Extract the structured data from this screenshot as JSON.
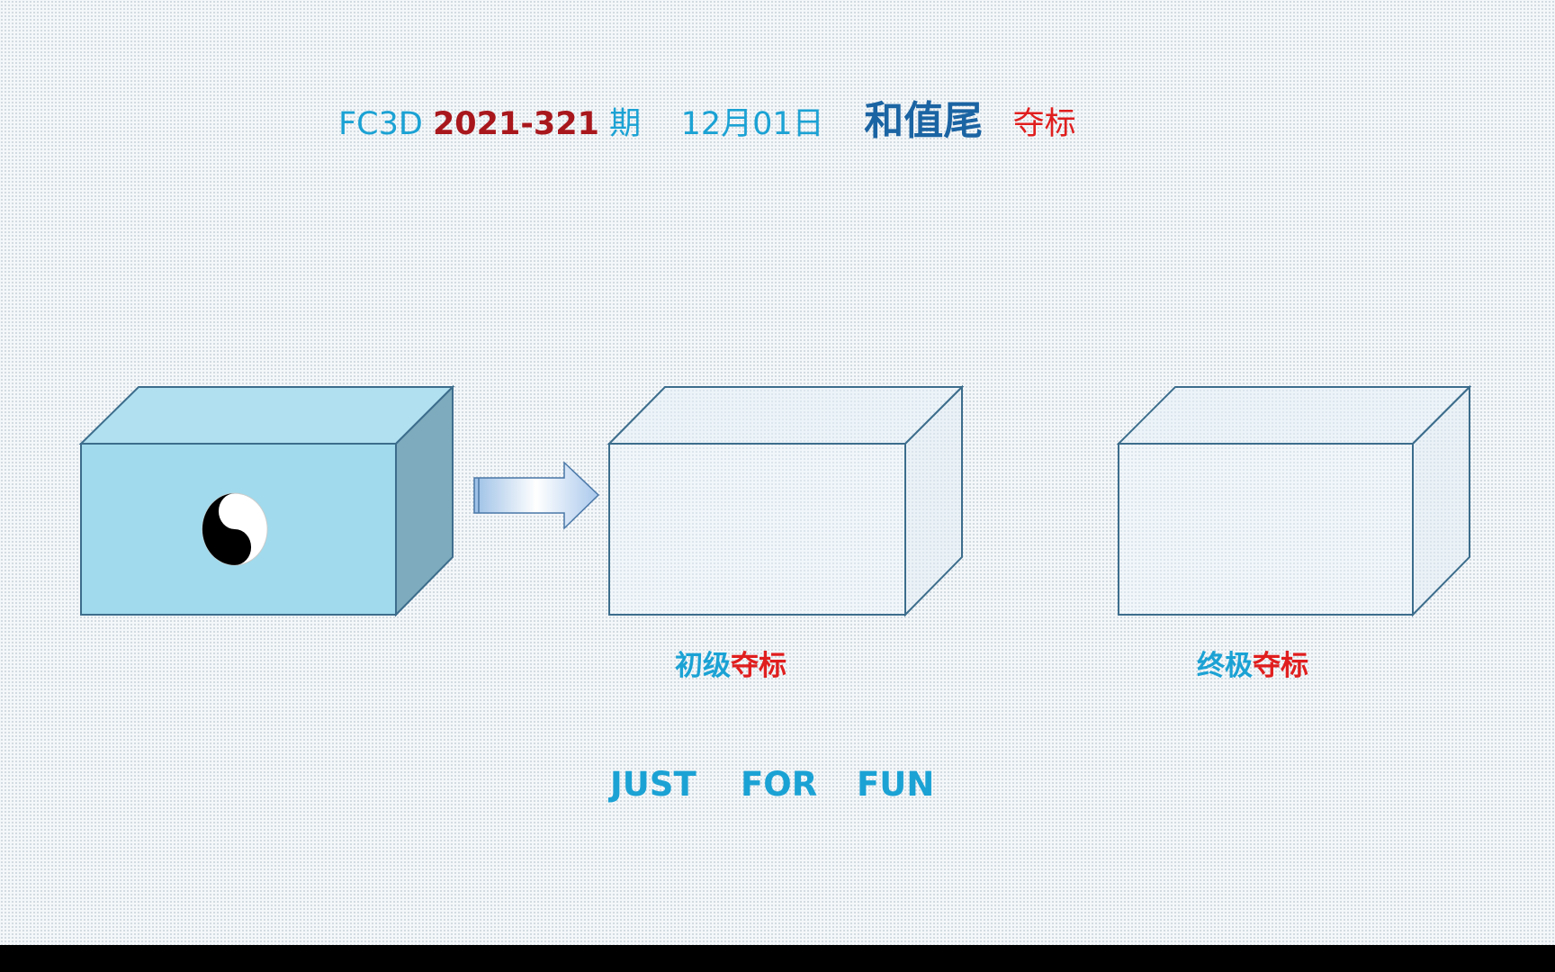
{
  "title": {
    "prefix": "FC3D",
    "issue": "2021-321",
    "issue_suffix": "期",
    "date": "12月01日",
    "topic": "和值尾",
    "tag": "夺标"
  },
  "stages": [
    {
      "label_a": "初级",
      "label_b": "夺标"
    },
    {
      "label_a": "终极",
      "label_b": "夺标"
    }
  ],
  "footer": {
    "words": [
      "JUST",
      "FOR",
      "FUN"
    ]
  },
  "icons": {
    "source_box": "yin-yang-icon",
    "arrow": "arrow-right-icon"
  },
  "colors": {
    "accent": "#1ba2d4",
    "issue": "#a8171c",
    "topic": "#1b64a3",
    "tag": "#e01e1e"
  }
}
